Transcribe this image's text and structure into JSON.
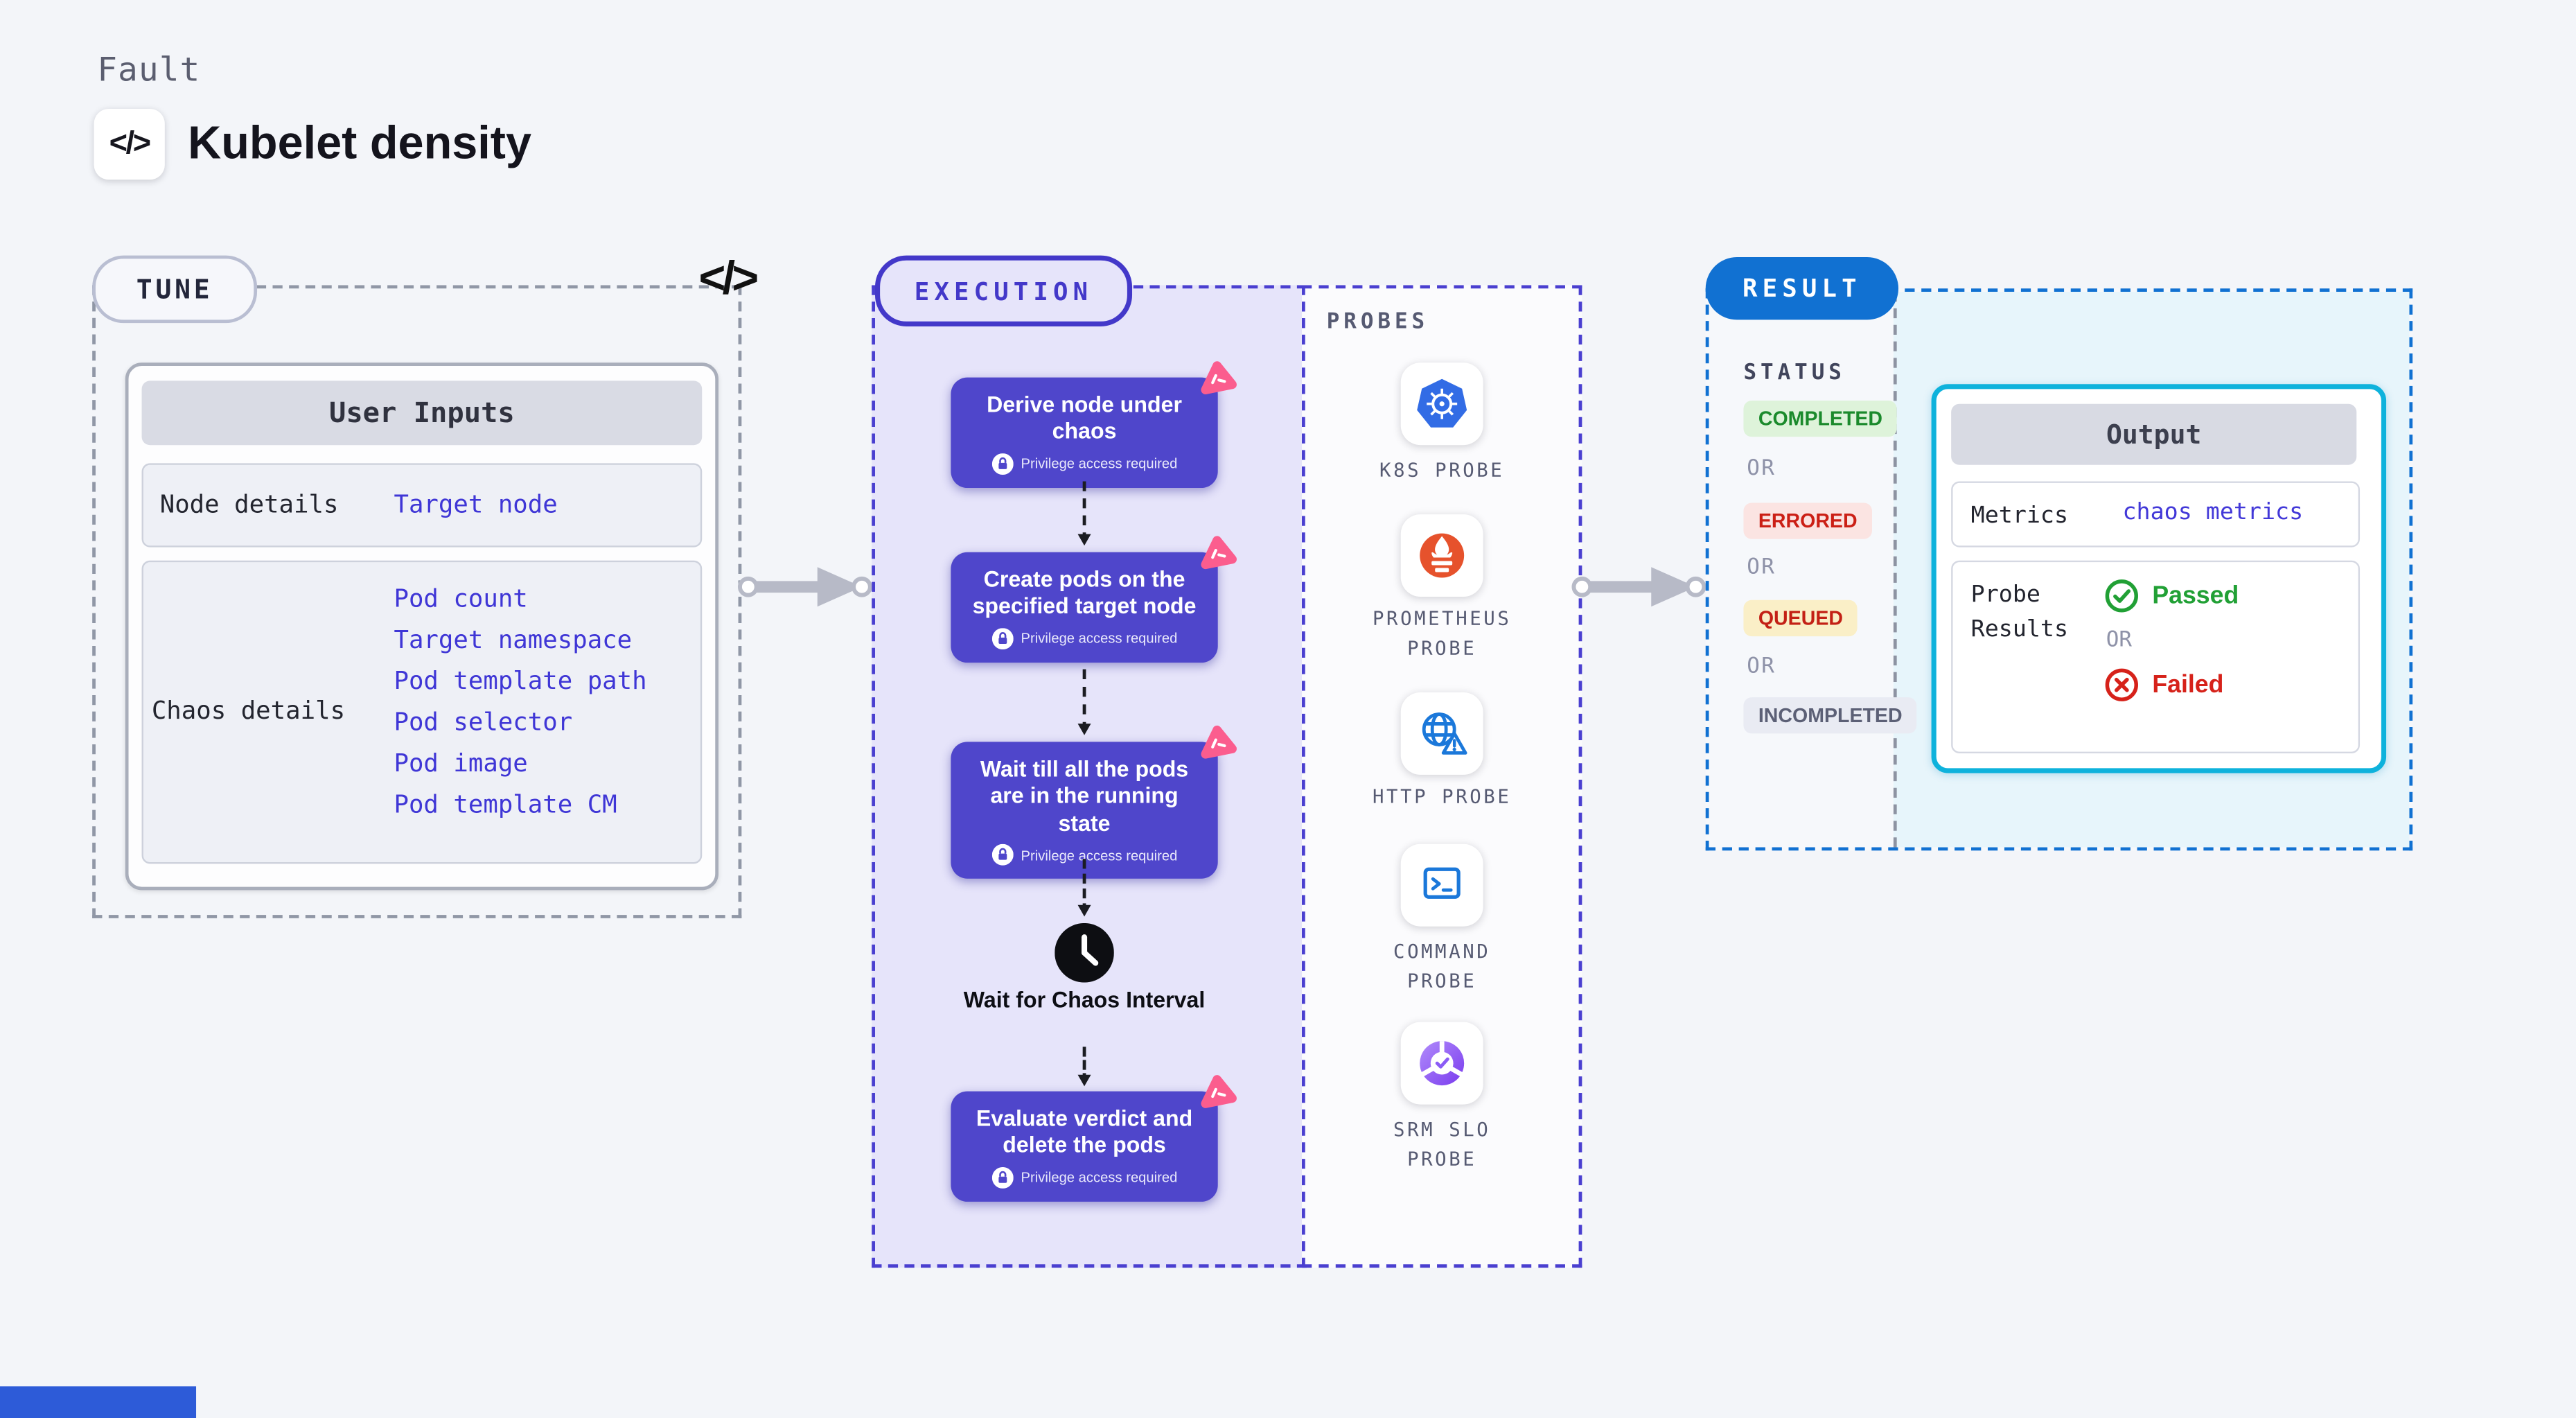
{
  "header": {
    "eyebrow": "Fault",
    "title": "Kubelet density",
    "code_glyph": "</>"
  },
  "tune": {
    "pill": "TUNE",
    "corner_glyph": "</>",
    "table": {
      "header": "User Inputs",
      "node_row_label": "Node details",
      "node_row_value": "Target node",
      "chaos_row_label": "Chaos details",
      "chaos_values": [
        "Pod count",
        "Target namespace",
        "Pod template path",
        "Pod selector",
        "Pod image",
        "Pod template CM"
      ]
    }
  },
  "execution": {
    "pill": "EXECUTION",
    "privilege_note": "Privilege access required",
    "steps": [
      "Derive node under chaos",
      "Create pods on the specified target node",
      "Wait till all the pods are in the running state",
      "Evaluate verdict and delete the pods"
    ],
    "wait_label": "Wait for Chaos Interval"
  },
  "probes": {
    "heading": "PROBES",
    "items": [
      "K8S PROBE",
      "PROMETHEUS PROBE",
      "HTTP PROBE",
      "COMMAND PROBE",
      "SRM SLO PROBE"
    ]
  },
  "result": {
    "pill": "RESULT",
    "status_heading": "STATUS",
    "or": "OR",
    "statuses": {
      "completed": "COMPLETED",
      "errored": "ERRORED",
      "queued": "QUEUED",
      "incompleted": "INCOMPLETED"
    },
    "output": {
      "header": "Output",
      "metrics_label": "Metrics",
      "metrics_value": "chaos metrics",
      "probe_results_label": "Probe Results",
      "passed": "Passed",
      "failed": "Failed"
    }
  },
  "colors": {
    "step_indigo": "#4f46cb",
    "execution_border": "#4338c9",
    "result_blue": "#1171d2",
    "output_cyan": "#0eb2dc",
    "link_blue": "#3f36d6",
    "passed_green": "#21a035",
    "failed_red": "#d6221a",
    "chaos_badge_pink": "#fb5d8e",
    "kubernetes_blue": "#326ce5",
    "prometheus_orange": "#e6522c"
  }
}
